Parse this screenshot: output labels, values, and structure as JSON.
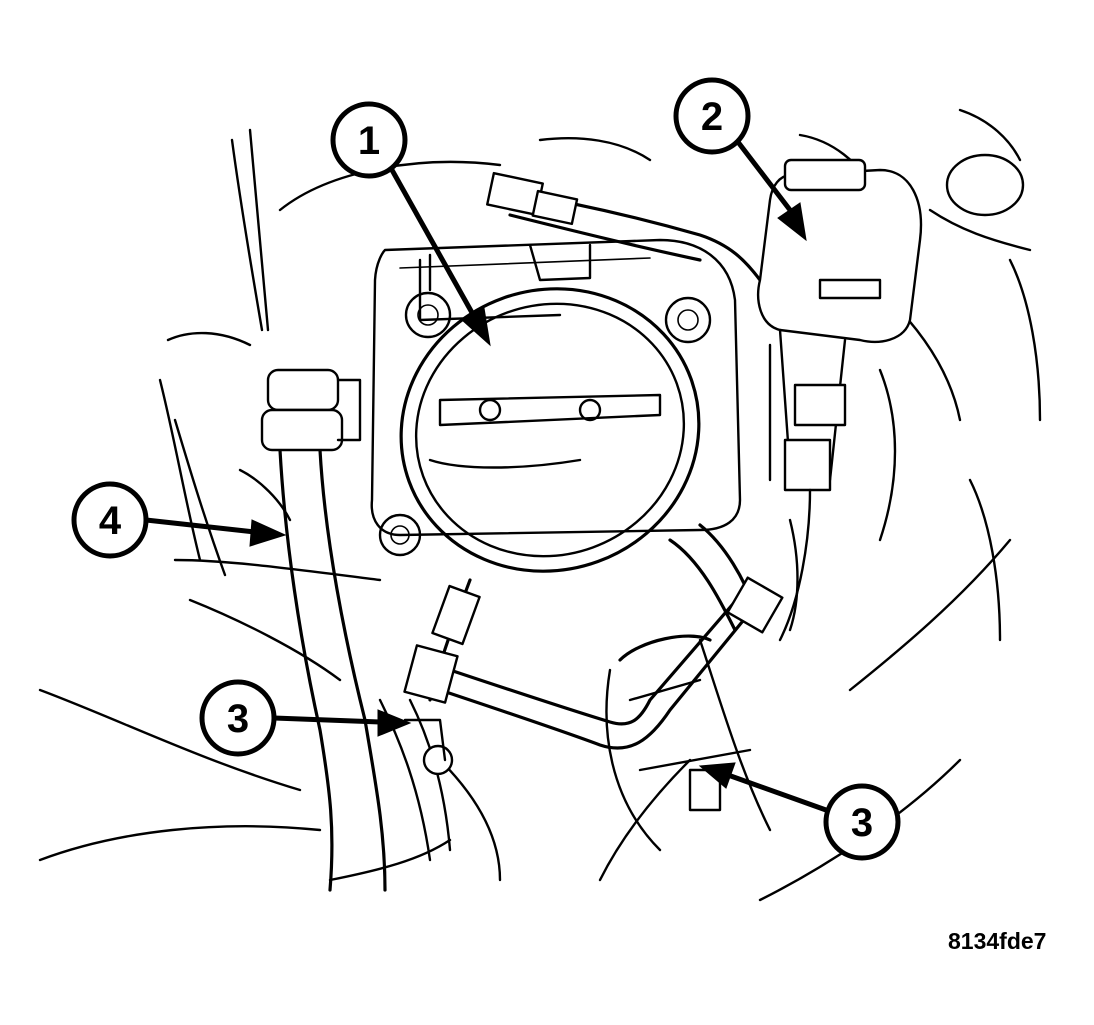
{
  "figure_id": "8134fde7",
  "callouts": [
    {
      "label": "1"
    },
    {
      "label": "2"
    },
    {
      "label": "3"
    },
    {
      "label": "4"
    },
    {
      "label": "3"
    }
  ]
}
